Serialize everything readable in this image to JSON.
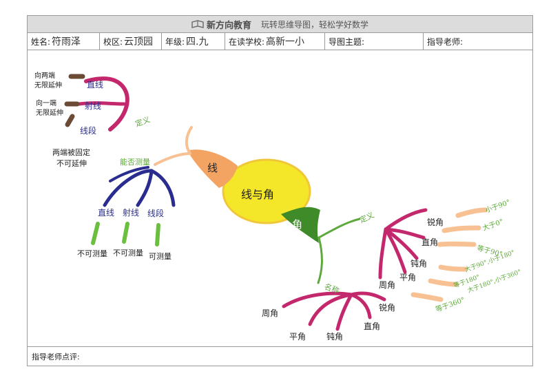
{
  "header": {
    "brand": "新方向教育",
    "slogan": "玩转思维导图，轻松学好数学"
  },
  "info": {
    "name_label": "姓名:",
    "name_value": "符雨泽",
    "campus_label": "校区:",
    "campus_value": "云顶园",
    "grade_label": "年级:",
    "grade_value": "四.九",
    "school_label": "在读学校:",
    "school_value": "高新一小",
    "topic_label": "导图主题:",
    "topic_value": "",
    "teacher_label": "指导老师:",
    "teacher_value": ""
  },
  "footer": {
    "comment_label": "指导老师点评:"
  },
  "map": {
    "center": "线与角",
    "line_node": "线",
    "angle_node": "角",
    "line": {
      "definition_label": "定义",
      "measurable_label": "能否测量",
      "straight": "直线",
      "ray": "射线",
      "segment": "线段",
      "straight_desc_1": "向两端",
      "straight_desc_2": "无限延伸",
      "ray_desc_1": "向一端",
      "ray_desc_2": "无限延伸",
      "segment_desc_1": "两端被固定",
      "segment_desc_2": "不可延伸",
      "m_straight": "直线",
      "m_ray": "射线",
      "m_segment": "线段",
      "r_straight": "不可测量",
      "r_ray": "不可测量",
      "r_segment": "可测量"
    },
    "angle": {
      "definition_label": "定义",
      "name_label": "名称",
      "acute": "锐角",
      "right": "直角",
      "obtuse": "钝角",
      "straight": "平角",
      "round": "周角",
      "d_acute": "小于90°",
      "d_acute2": "大于0°",
      "d_right": "等于90°",
      "d_obtuse": "大于90°,小于180°",
      "d_straight": "等于180°",
      "d_straight2": "大于180°,小于360°",
      "d_round": "等于360°",
      "n_round": "周角",
      "n_straight": "平角",
      "n_obtuse": "钝角",
      "n_right": "直角",
      "n_acute": "锐角"
    }
  }
}
